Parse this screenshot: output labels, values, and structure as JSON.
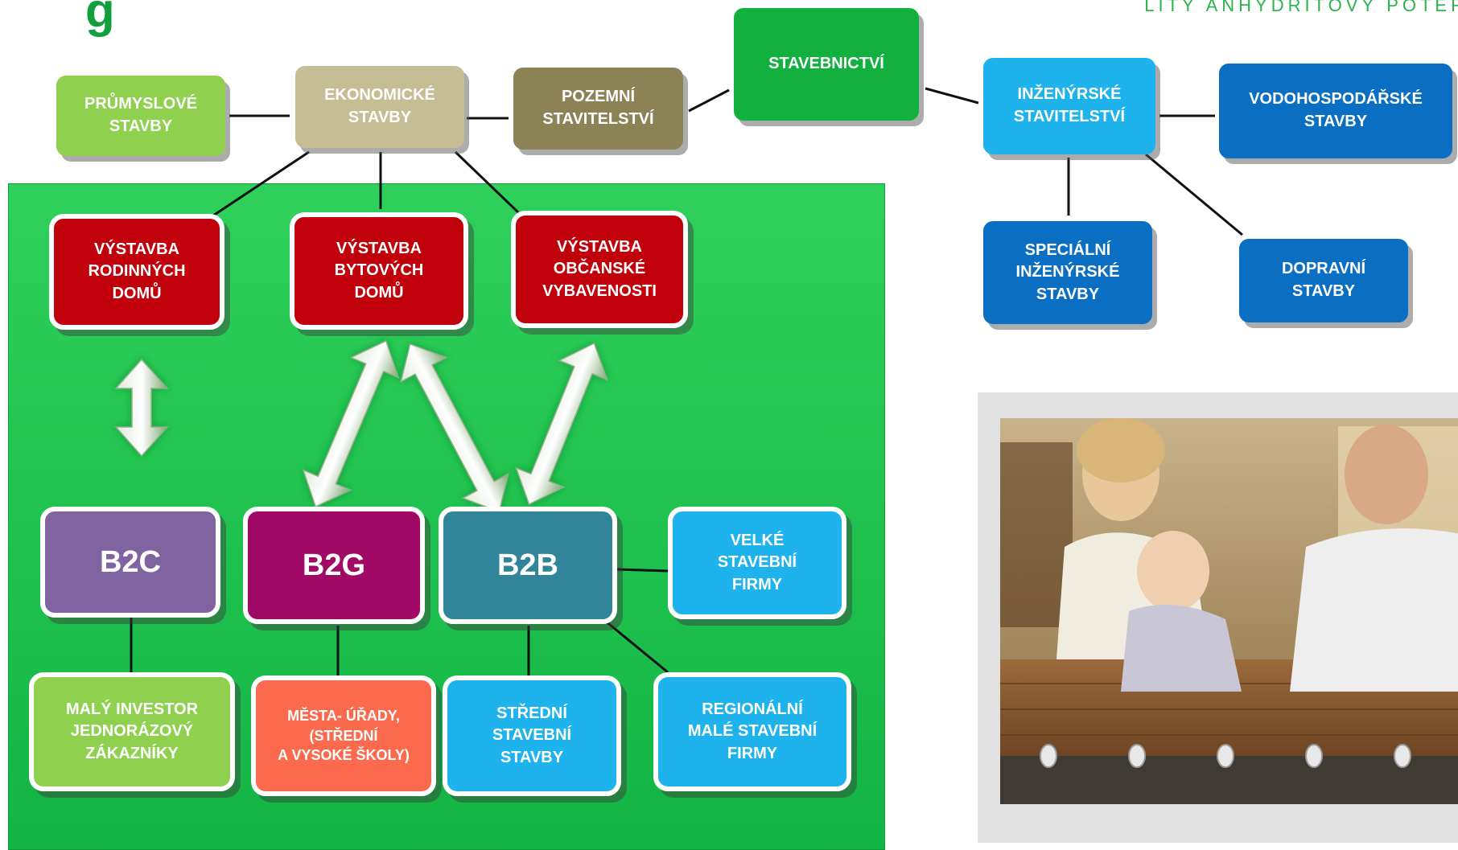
{
  "header": {
    "title_fragment": "g",
    "tagline": "LITÝ ANHYDRITOVÝ POTĚR"
  },
  "colors": {
    "panel": "#1fc04f",
    "light_green": "#8fd14f",
    "beige": "#c5bd93",
    "olive": "#8b8255",
    "green": "#12b03f",
    "sky": "#1fb3ee",
    "blue": "#0a6fc2",
    "red": "#c0000a",
    "purple": "#8064a2",
    "magenta": "#a00a66",
    "teal": "#30859b",
    "coral": "#fb6a4c"
  },
  "nodes": {
    "prumyslove": "PRŮMYSLOVÉ\nSTAVBY",
    "ekonomicke": "EKONOMICKÉ\nSTAVBY",
    "pozemni": "POZEMNÍ\nSTAVITELSTVÍ",
    "stavebnictvi": "STAVEBNICTVÍ",
    "inzenyrske": "INŽENÝRSKÉ\nSTAVITELSTVÍ",
    "vodohospodarske": "VODOHOSPODÁŘSKÉ\nSTAVBY",
    "specialni": "SPECIÁLNÍ\nINŽENÝRSKÉ\nSTAVBY",
    "dopravni": "DOPRAVNÍ\nSTAVBY",
    "rodinnych": "VÝSTAVBA\nRODINNÝCH\nDOMŮ",
    "bytovych": "VÝSTAVBA\nBYTOVÝCH\nDOMŮ",
    "obcanske": "VÝSTAVBA\nOBČANSKÉ\nVYBAVENOSTI",
    "b2c": "B2C",
    "b2g": "B2G",
    "b2b": "B2B",
    "velke": "VELKÉ\nSTAVEBNÍ\nFIRMY",
    "maly_investor": "MALÝ INVESTOR\nJEDNORÁZOVÝ\nZÁKAZNÍKY",
    "mesta": "MĚSTA- ÚŘADY,\n(STŘEDNÍ\nA VYSOKÉ ŠKOLY)",
    "stredni": "STŘEDNÍ\nSTAVEBNÍ\nSTAVBY",
    "regionalni": "REGIONÁLNÍ\nMALÉ STAVEBNÍ\nFIRMY"
  }
}
